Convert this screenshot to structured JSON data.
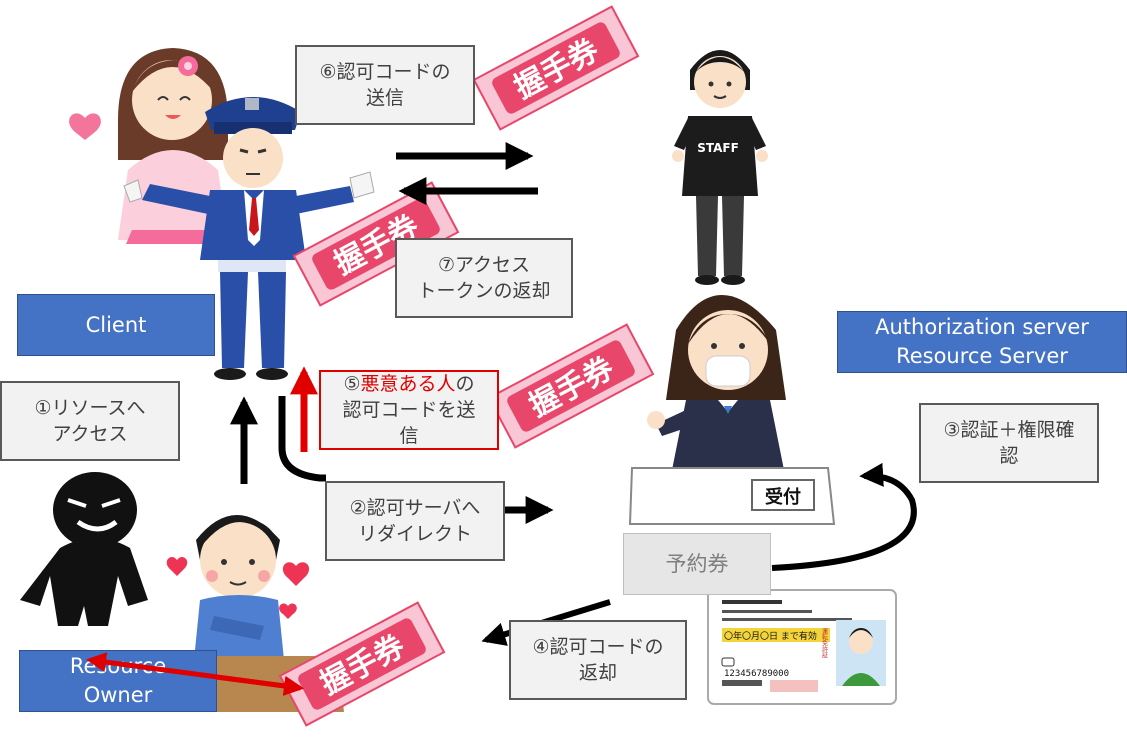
{
  "labels": {
    "client": "Client",
    "resource_owner_line1": "Resource",
    "resource_owner_line2": "Owner",
    "auth_server_line1": "Authorization server",
    "auth_server_line2": "Resource Server"
  },
  "steps": {
    "step1": {
      "line1": "①リソースへ",
      "line2": "アクセス"
    },
    "step2": {
      "line1": "②認可サーバへ",
      "line2": "リダイレクト"
    },
    "step3": {
      "line1": "③認証＋権限確",
      "line2": "認"
    },
    "step4": {
      "line1": "④認可コードの",
      "line2": "返却"
    },
    "step5": {
      "num": "⑤",
      "red": "悪意ある人",
      "rest1": "の",
      "line2": "認可コードを送",
      "line3": "信"
    },
    "step6": {
      "line1": "⑥認可コードの",
      "line2": "送信"
    },
    "step7": {
      "line1": "⑦アクセス",
      "line2": "トークンの返却"
    }
  },
  "reservation_ticket": "予約券",
  "ticket_text": "握手券",
  "staff_shirt": "STAFF",
  "reception_sign": "受付",
  "license": {
    "date_line": "〇年〇月〇日 まで有効",
    "number": "123456789000",
    "category": "運転免許証"
  },
  "colors": {
    "box_blue": "#4472c4",
    "box_gray": "#f2f2f2",
    "accent_red": "#e00000",
    "ticket_pink": "#f8c6d4",
    "ticket_red": "#e8466a"
  }
}
